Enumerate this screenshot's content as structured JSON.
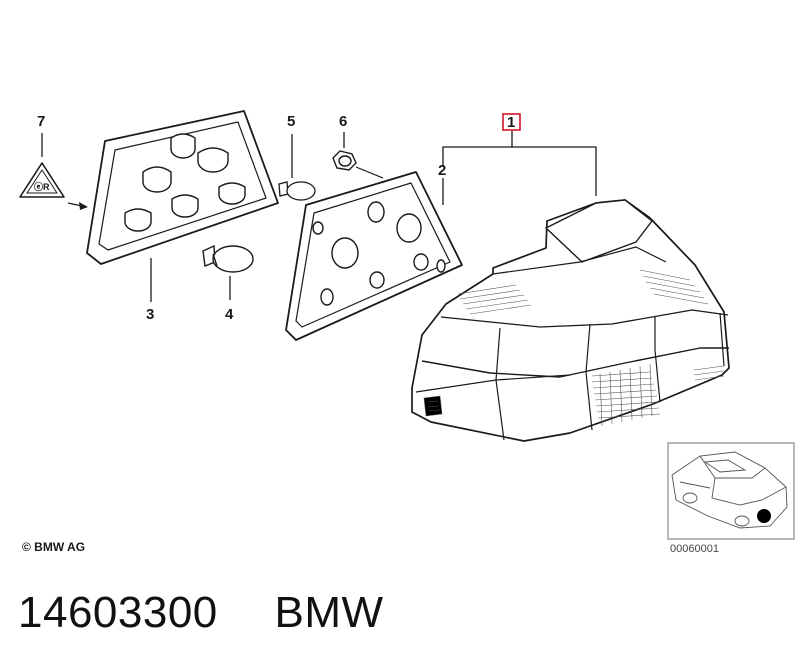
{
  "diagram": {
    "callouts": [
      "1",
      "2",
      "3",
      "4",
      "5",
      "6",
      "7"
    ],
    "highlight_color": "#d0021b",
    "copyright": "© BMW AG",
    "inset_id": "00060001"
  },
  "footer": {
    "part_number": "14603300",
    "brand": "BMW"
  }
}
